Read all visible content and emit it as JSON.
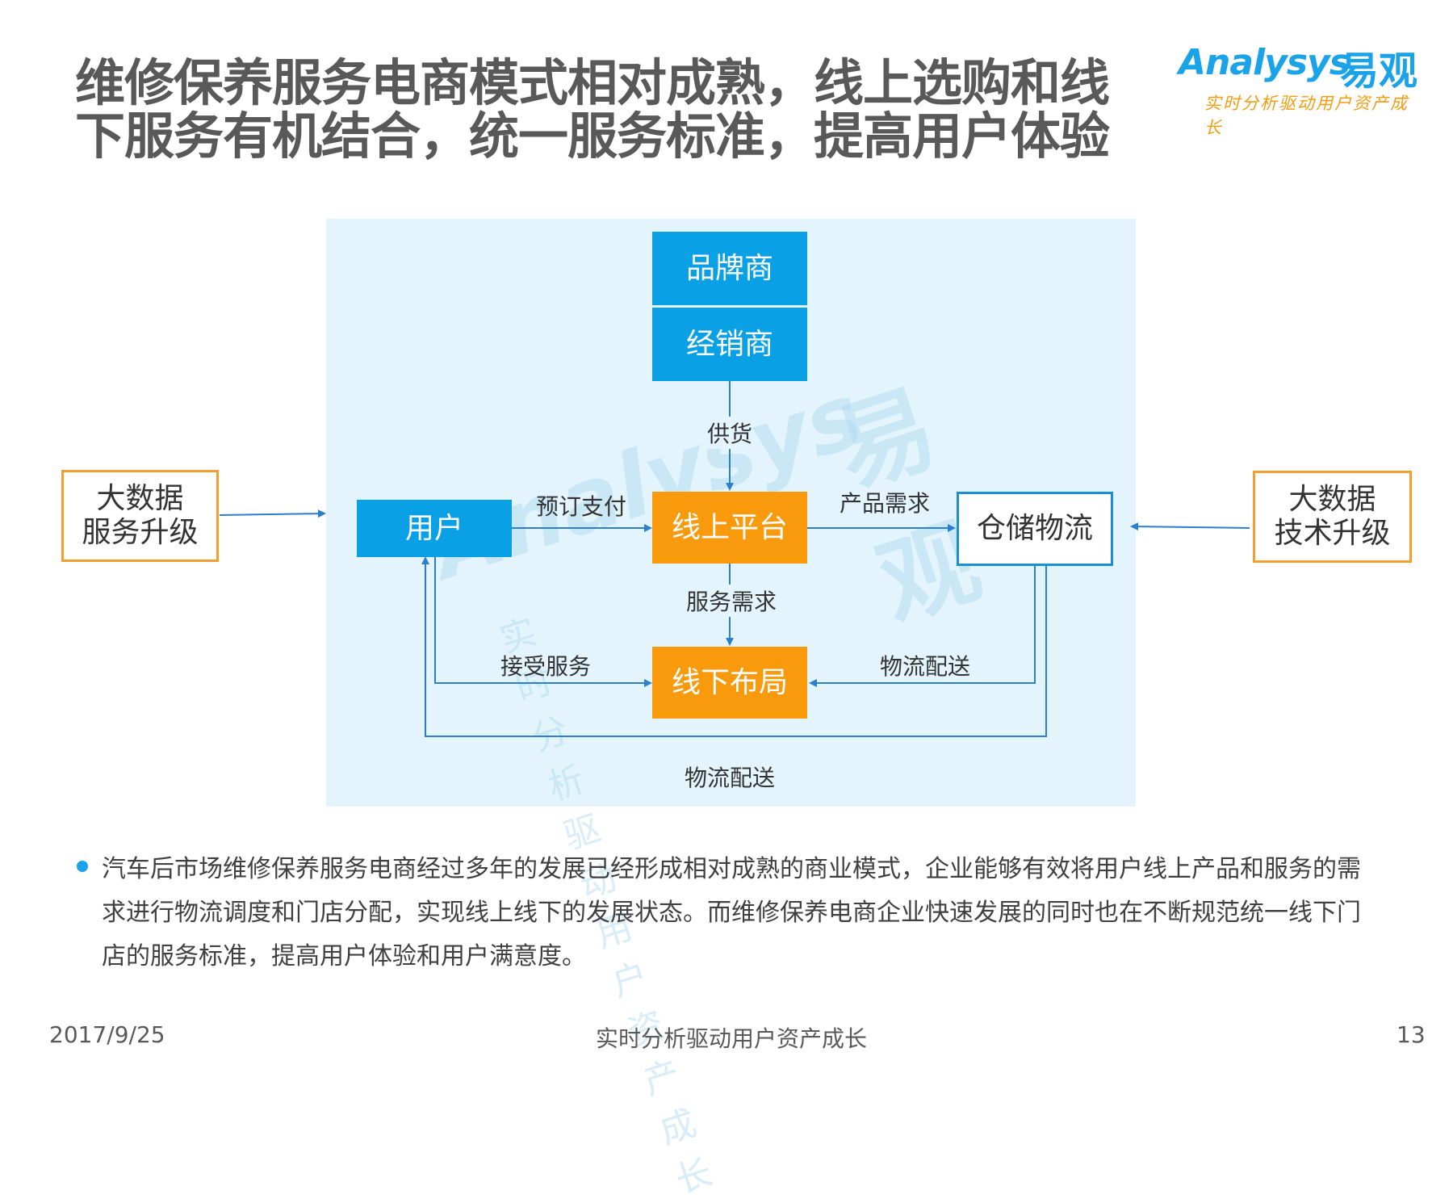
{
  "title": "维修保养服务电商模式相对成熟，线上选购和线下服务有机结合，统一服务标准，提高用户体验",
  "logo": {
    "word": "Analysys",
    "cn": "易观",
    "tagline": "实时分析驱动用户资产成长"
  },
  "diagram": {
    "nodes": {
      "brand": "品牌商",
      "dealer": "经销商",
      "user": "用户",
      "online": "线上平台",
      "offline": "线下布局",
      "logistics": "仓储物流",
      "bigdata_service": "大数据\n服务升级",
      "bigdata_tech": "大数据\n技术升级"
    },
    "edges": {
      "supply": "供货",
      "book_pay": "预订支付",
      "product_demand": "产品需求",
      "service_demand": "服务需求",
      "receive_service": "接受服务",
      "logistics_delivery_1": "物流配送",
      "logistics_delivery_2": "物流配送"
    }
  },
  "bullet": "汽车后市场维修保养服务电商经过多年的发展已经形成相对成熟的商业模式，企业能够有效将用户线上产品和服务的需求进行物流调度和门店分配，实现线上线下的发展状态。而维修保养电商企业快速发展的同时也在不断规范统一线下门店的服务标准，提高用户体验和用户满意度。",
  "footer": {
    "date": "2017/9/25",
    "slogan": "实时分析驱动用户资产成长",
    "page": "13"
  },
  "colors": {
    "blue": "#0aa0e6",
    "orange": "#f99a0d",
    "panel": "#e3f4fc",
    "line": "#2a7fcf"
  }
}
